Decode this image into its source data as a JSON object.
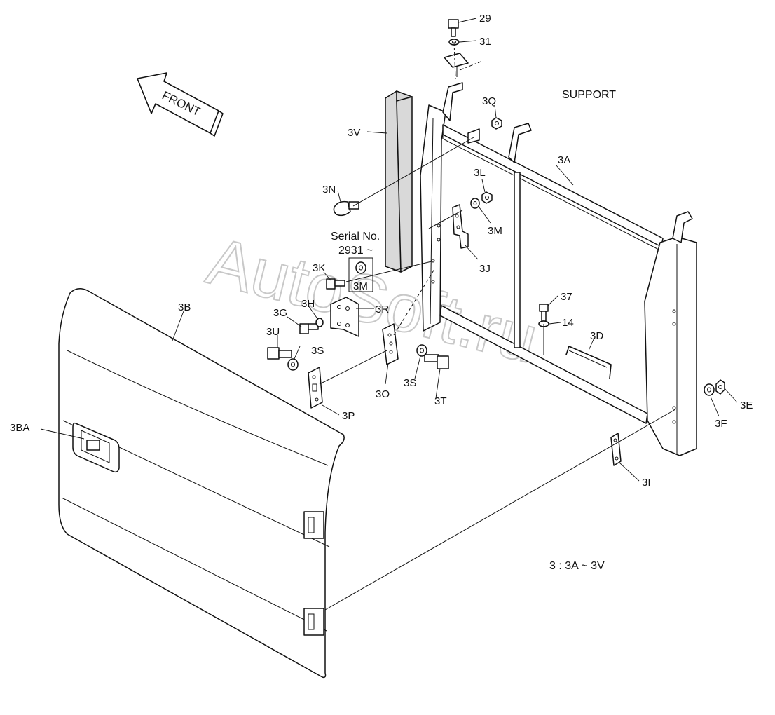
{
  "diagram": {
    "header_label": "SUPPORT",
    "front_arrow_label": "FRONT",
    "serial_note_line1": "Serial No.",
    "serial_note_line2": "2931 ~",
    "range_note": "3 : 3A ~ 3V",
    "watermark": "AutoSoft.ru",
    "callouts": {
      "29": "29",
      "31": "31",
      "3Q": "3Q",
      "3V": "3V",
      "3A": "3A",
      "3L": "3L",
      "3N": "3N",
      "3M_top": "3M",
      "3J": "3J",
      "3K": "3K",
      "3M_boxed": "3M",
      "3B": "3B",
      "3H": "3H",
      "3R": "3R",
      "3G": "3G",
      "3U": "3U",
      "3S_left": "3S",
      "3S_right": "3S",
      "3O": "3O",
      "3T": "3T",
      "3P": "3P",
      "37": "37",
      "14": "14",
      "3D": "3D",
      "3E": "3E",
      "3F": "3F",
      "3I": "3I",
      "3BA": "3BA"
    }
  }
}
